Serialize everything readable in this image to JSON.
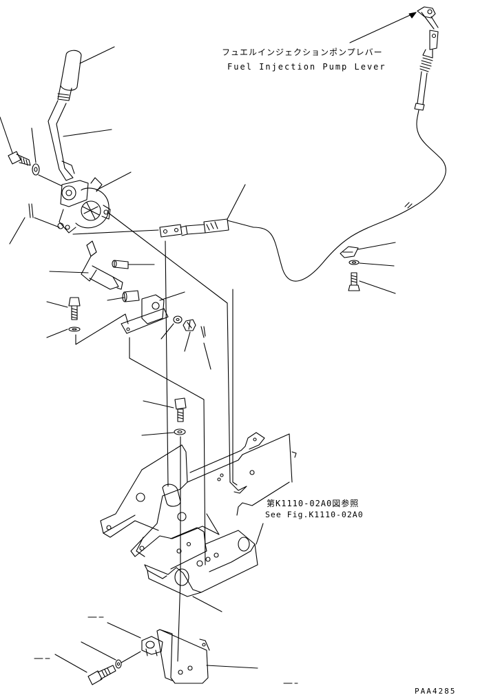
{
  "labels": {
    "fuel_pump_lever_jp": "フュエルインジェクションポンプレバー",
    "fuel_pump_lever_en": "Fuel Injection Pump Lever",
    "see_fig_jp": "第K1110-02A0図参照",
    "see_fig_en": "See Fig.K1110-02A0",
    "drawing_code": "PAA4285"
  },
  "colors": {
    "line": "#000000",
    "background": "#ffffff"
  }
}
